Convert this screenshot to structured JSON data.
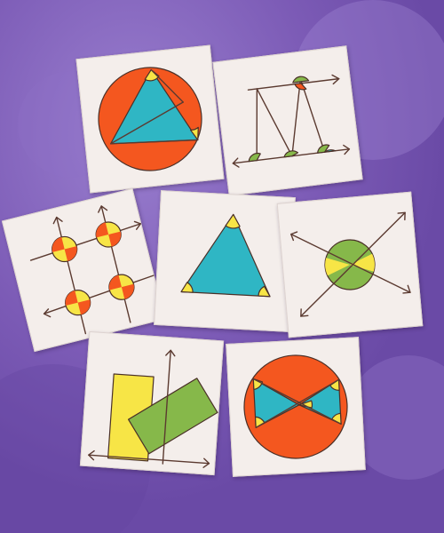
{
  "palette": {
    "background": "#8060ba",
    "card": "#f4eeeb",
    "orange": "#f4571f",
    "cyan": "#2fb6c4",
    "yellow": "#f7e546",
    "green": "#86b84a",
    "outline": "#5b3a30"
  },
  "cards": [
    {
      "topic": "inscribed-triangle-in-circle"
    },
    {
      "topic": "parallel-lines-with-transversals"
    },
    {
      "topic": "vertical-angles-on-parallel-lines"
    },
    {
      "topic": "triangle-interior-angles"
    },
    {
      "topic": "vertical-angles-intersecting-lines"
    },
    {
      "topic": "rotated-rectangles-on-axis"
    },
    {
      "topic": "bowtie-triangles-in-circle"
    }
  ]
}
